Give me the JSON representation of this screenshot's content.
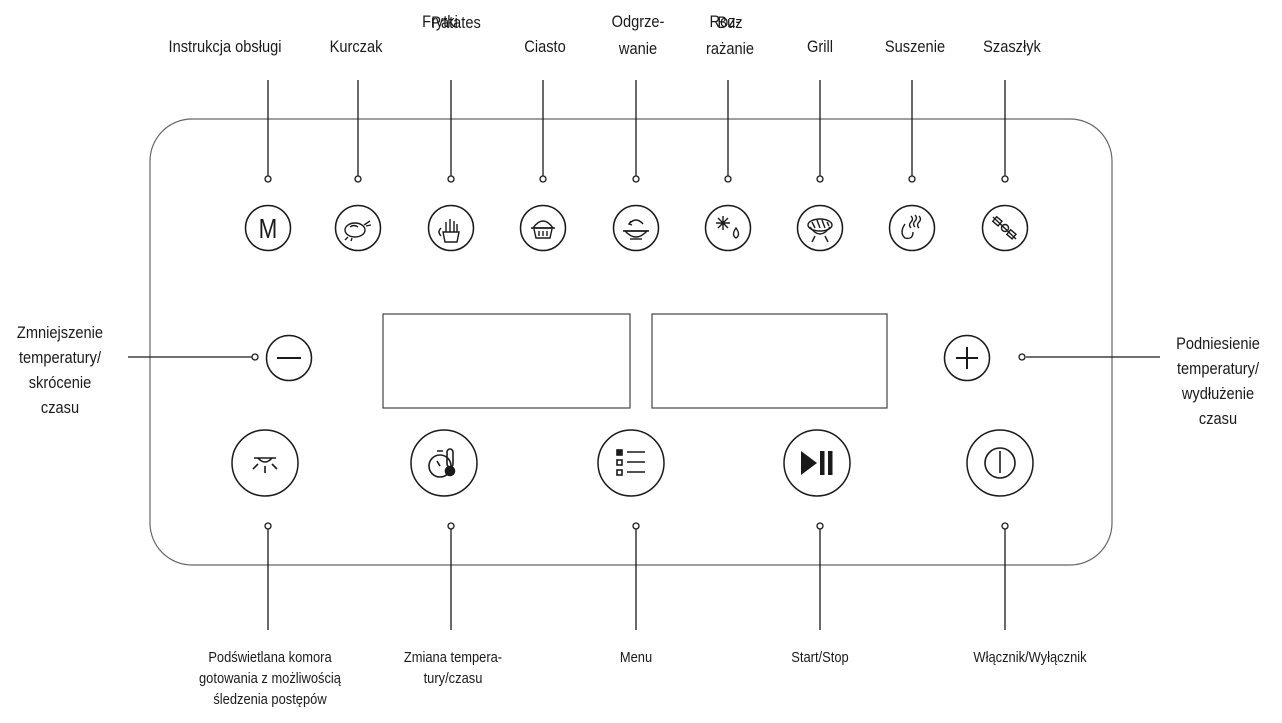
{
  "top_labels": {
    "instrukcja": "Instrukcja obsługi",
    "kurczak": "Kurczak",
    "frytki": "Frytki",
    "frytki_overlay": "Patates",
    "ciasto": "Ciasto",
    "odgrzewanie_1": "Odgrze-",
    "odgrzewanie_2": "wanie",
    "rozmrazanie_1": "Roz-",
    "rozmrazanie_overlay": "Buz",
    "rozmrazanie_2": "rażanie",
    "grill": "Grill",
    "suszenie": "Suszenie",
    "szaszlyk": "Szaszłyk"
  },
  "left_label": [
    "Zmniejszenie",
    "temperatury/",
    "skrócenie",
    "czasu"
  ],
  "right_label": [
    "Podniesienie",
    "temperatury/",
    "wydłużenie",
    "czasu"
  ],
  "bottom_labels": {
    "light": [
      "Podświetlana komora",
      "gotowania z możliwością",
      "śledzenia postępów"
    ],
    "temp_time": [
      "Zmiana tempera-",
      "tury/czasu"
    ],
    "menu": "Menu",
    "start_stop": "Start/Stop",
    "power": "Włącznik/Wyłącznik"
  },
  "button_glyphs": {
    "manual": "M",
    "minus": "−",
    "plus": "+"
  },
  "icons": [
    "manual-icon",
    "chicken-icon",
    "fries-icon",
    "cake-icon",
    "reheat-icon",
    "defrost-icon",
    "grill-icon",
    "dehydrate-icon",
    "skewer-icon",
    "minus-icon",
    "plus-icon",
    "light-icon",
    "temperature-time-icon",
    "menu-icon",
    "play-pause-icon",
    "power-icon"
  ],
  "colors": {
    "line": "#1a1a1a",
    "panel_border": "#555555"
  }
}
